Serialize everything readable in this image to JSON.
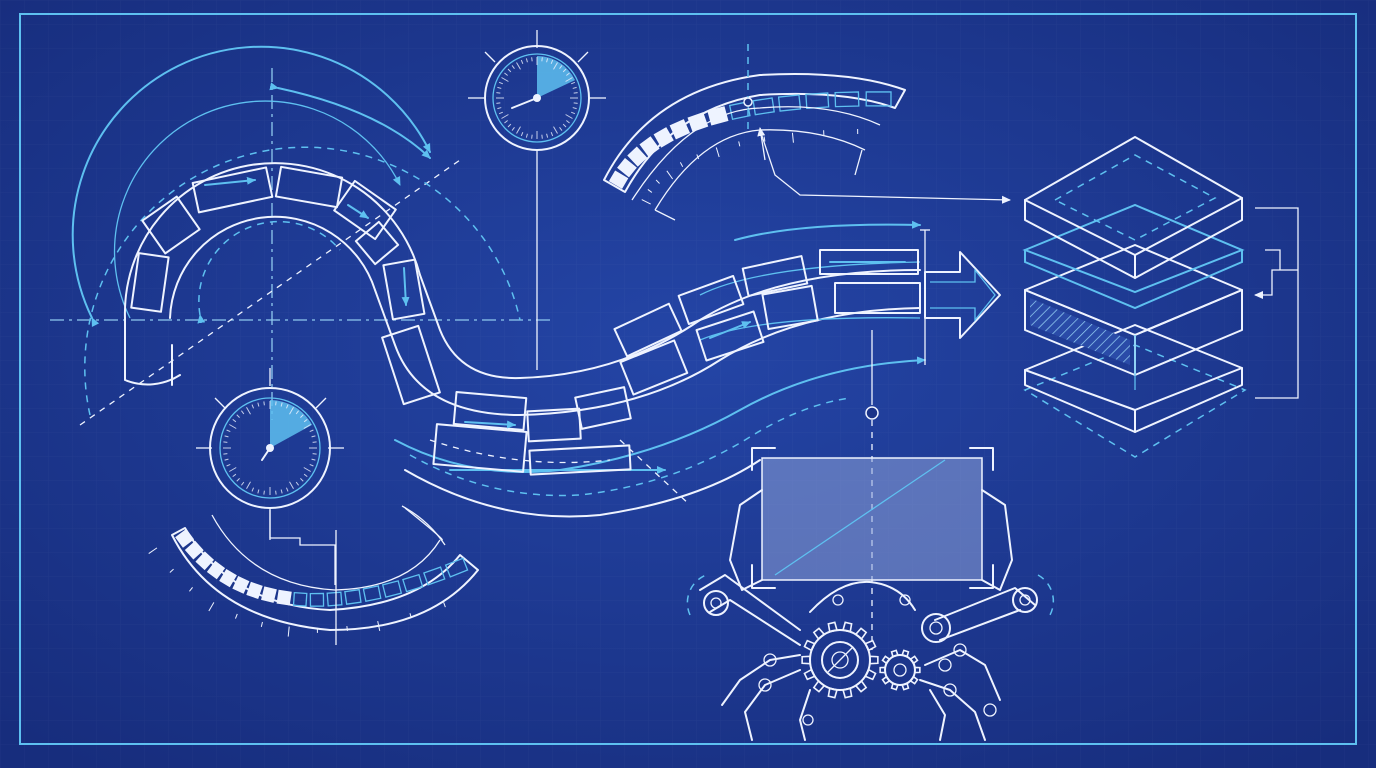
{
  "blueprint": {
    "palette": {
      "background": "#1b3489",
      "line": "#eef3ff",
      "accent": "#5ec0f0",
      "screen_fill": "#8ea3d8"
    },
    "gauges": [
      {
        "id": "gauge-top",
        "fill_fraction": 0.18
      },
      {
        "id": "gauge-left",
        "fill_fraction": 0.17
      }
    ],
    "segment_meters": [
      {
        "id": "meter-top",
        "segments_total": 14,
        "segments_lit": 8
      },
      {
        "id": "meter-bottom",
        "segments_total": 18,
        "segments_lit": 9
      }
    ],
    "layer_stack": {
      "layers": 4
    },
    "icons": [
      "gauge-icon",
      "gear-icon",
      "arrow-icon",
      "robot-arm-icon",
      "layers-icon"
    ]
  }
}
